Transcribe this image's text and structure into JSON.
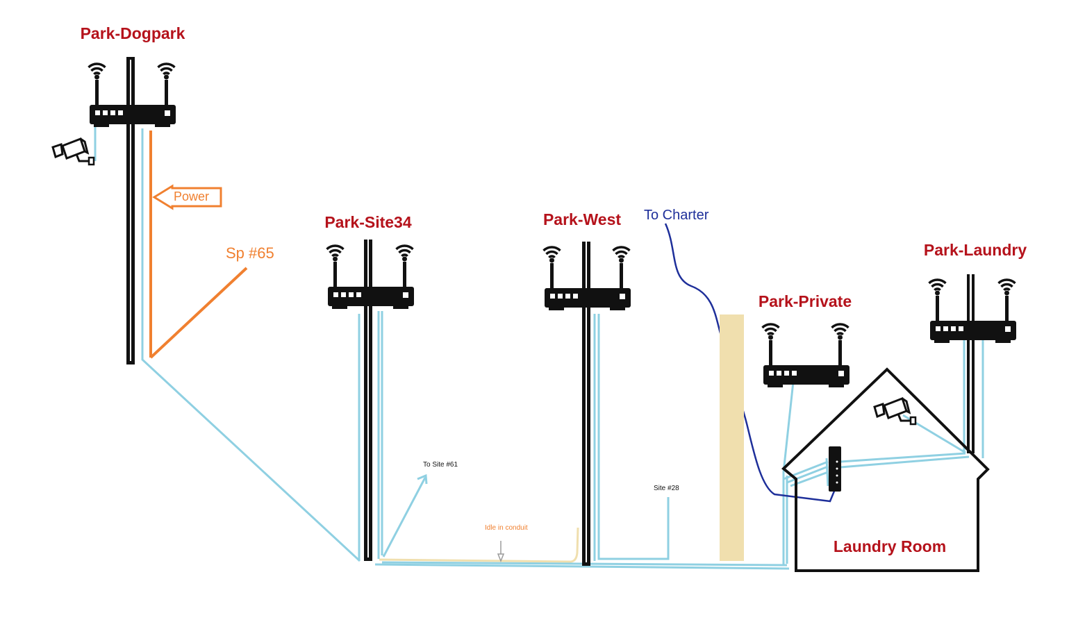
{
  "colors": {
    "label_red": "#b5121b",
    "orange": "#f08030",
    "cable_blue": "#8fd0e2",
    "charter_blue": "#1e2f9a",
    "idle_tan": "#f0dfae",
    "device_black": "#111111"
  },
  "nodes": {
    "dogpark": {
      "label": "Park-Dogpark"
    },
    "site34": {
      "label": "Park-Site34"
    },
    "west": {
      "label": "Park-West"
    },
    "private": {
      "label": "Park-Private"
    },
    "laundry": {
      "label": "Park-Laundry"
    }
  },
  "building": {
    "label": "Laundry Room"
  },
  "annotations": {
    "power": "Power",
    "sp65": "Sp #65",
    "to_charter": "To Charter",
    "to_site61": "To Site #61",
    "idle": "Idle in conduit",
    "site28": "Site #28"
  },
  "icons": [
    "router-icon",
    "wifi-icon",
    "camera-icon",
    "modem-icon",
    "arrow-icon"
  ]
}
